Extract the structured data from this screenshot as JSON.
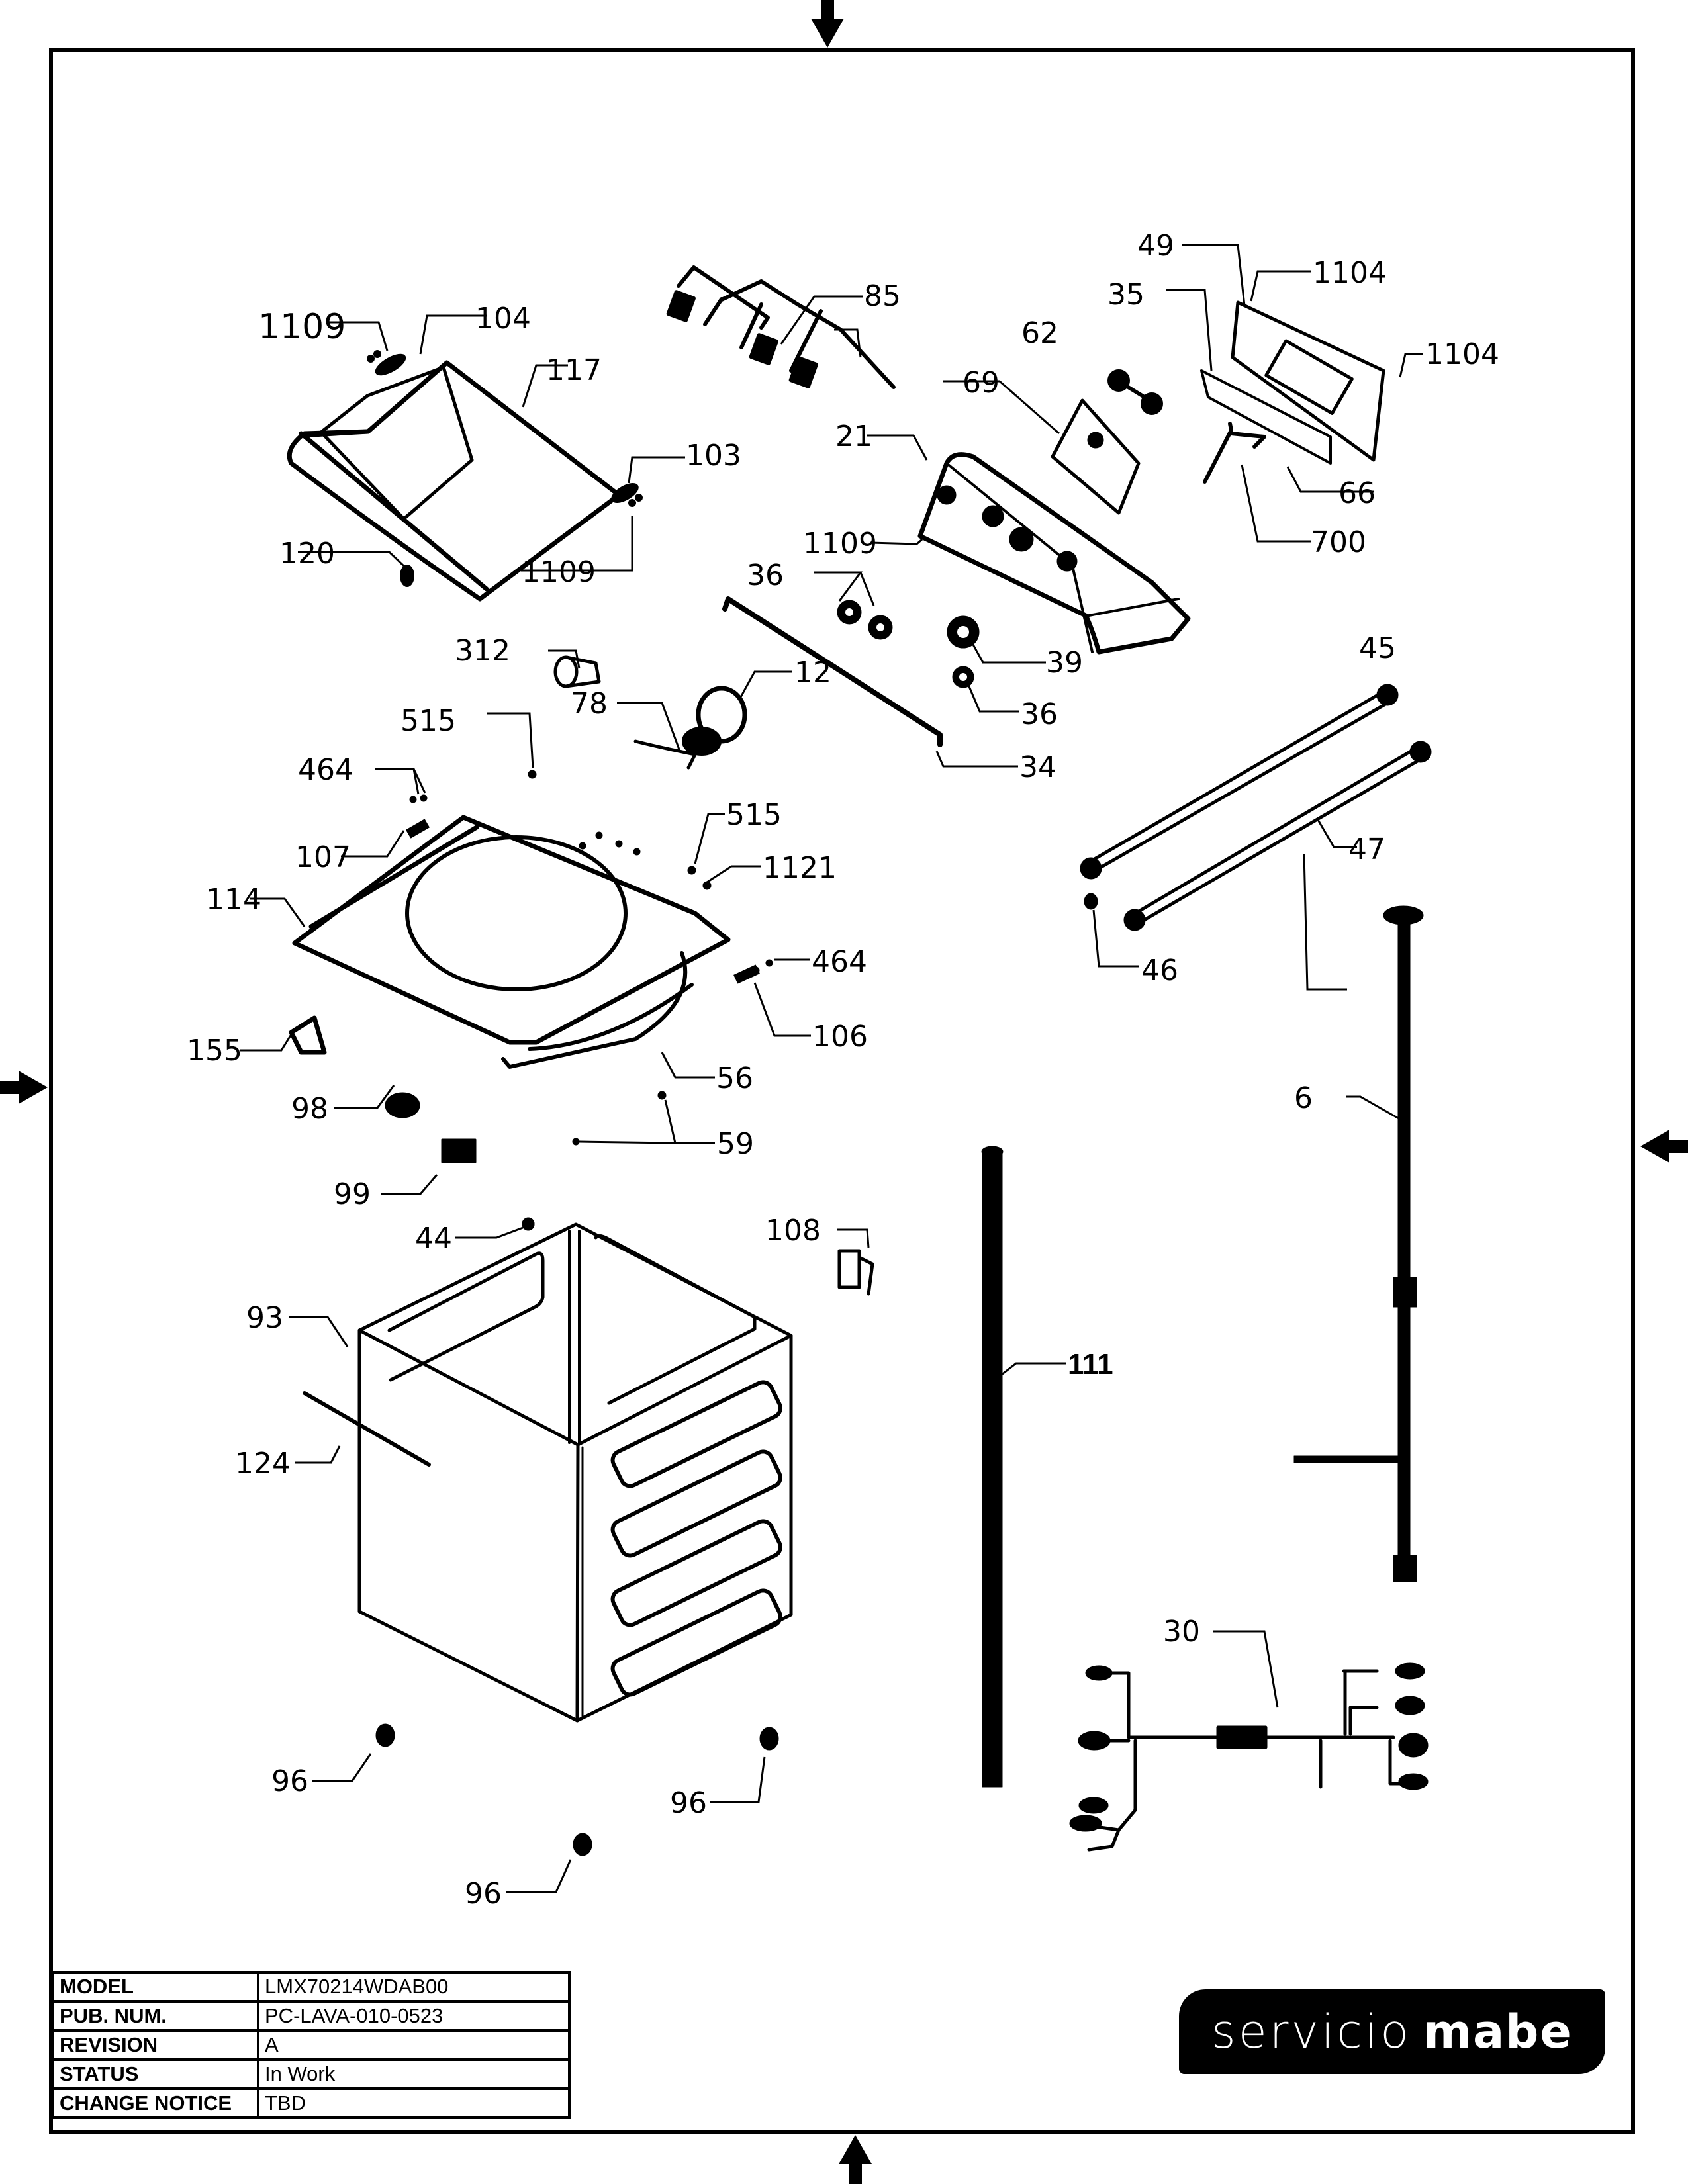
{
  "document": {
    "type": "exploded parts diagram",
    "subject": "top-load washer cabinet and controls"
  },
  "title_block": {
    "rows": [
      {
        "label": "MODEL",
        "value": "LMX70214WDAB00"
      },
      {
        "label": "PUB. NUM.",
        "value": "PC-LAVA-010-0523"
      },
      {
        "label": "REVISION",
        "value": "A"
      },
      {
        "label": "STATUS",
        "value": "In Work"
      },
      {
        "label": "CHANGE NOTICE",
        "value": "TBD"
      }
    ]
  },
  "logo": {
    "light_text": "servicio",
    "bold_text": "mabe"
  },
  "callouts": {
    "c1109a": "1109",
    "c104": "104",
    "c117": "117",
    "c103": "103",
    "c1109b": "1109",
    "c120": "120",
    "c85": "85",
    "c62": "62",
    "c69": "69",
    "c21": "21",
    "c1109c": "1109",
    "c49": "49",
    "c1104a": "1104",
    "c35": "35",
    "c1104b": "1104",
    "c66": "66",
    "c700": "700",
    "c36a": "36",
    "c39": "39",
    "c36b": "36",
    "c12": "12",
    "c34": "34",
    "c312": "312",
    "c78": "78",
    "c515a": "515",
    "c464a": "464",
    "c107": "107",
    "c515b": "515",
    "c1121": "1121",
    "c114": "114",
    "c464b": "464",
    "c106": "106",
    "c155": "155",
    "c56": "56",
    "c98": "98",
    "c59": "59",
    "c45": "45",
    "c47": "47",
    "c46": "46",
    "c6": "6",
    "c99": "99",
    "c44": "44",
    "c108": "108",
    "c93": "93",
    "c111": "111",
    "c124": "124",
    "c96a": "96",
    "c96b": "96",
    "c96c": "96",
    "c30": "30"
  }
}
